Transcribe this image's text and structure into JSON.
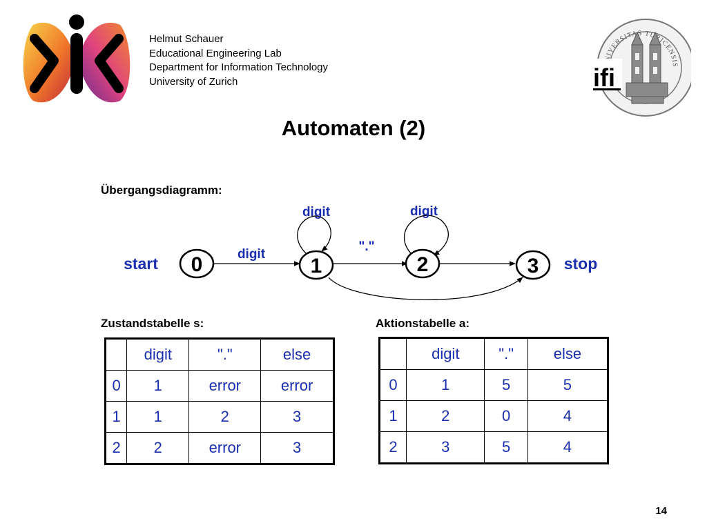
{
  "header": {
    "author_lines": [
      "Helmut Schauer",
      "Educational Engineering Lab",
      "Department for Information Technology",
      "University of Zurich"
    ],
    "left_logo": "ik-logo",
    "right_logo_text": "ifi",
    "right_seal": "university-of-zurich-seal",
    "seal_text": "UNIVERSITAS TURICENSIS"
  },
  "title": "Automaten (2)",
  "diagram": {
    "label": "Übergangsdiagramm:",
    "start_label": "start",
    "stop_label": "stop",
    "states": [
      "0",
      "1",
      "2",
      "3"
    ],
    "transitions": [
      {
        "from": "0",
        "to": "1",
        "label": "digit"
      },
      {
        "from": "1",
        "to": "1",
        "label": "digit"
      },
      {
        "from": "1",
        "to": "2",
        "label": "\".\""
      },
      {
        "from": "2",
        "to": "2",
        "label": "digit"
      },
      {
        "from": "2",
        "to": "3",
        "label": ""
      },
      {
        "from": "1",
        "to": "3",
        "label": ""
      }
    ],
    "label_color": "#1a2fb0"
  },
  "state_table": {
    "label": "Zustandstabelle s:",
    "headers": [
      "",
      "digit",
      "\".\"",
      "else"
    ],
    "rows": [
      [
        "0",
        "1",
        "error",
        "error"
      ],
      [
        "1",
        "1",
        "2",
        "3"
      ],
      [
        "2",
        "2",
        "error",
        "3"
      ]
    ]
  },
  "action_table": {
    "label": "Aktionstabelle a:",
    "headers": [
      "",
      "digit",
      "\".\"",
      "else"
    ],
    "rows": [
      [
        "0",
        "1",
        "5",
        "5"
      ],
      [
        "1",
        "2",
        "0",
        "4"
      ],
      [
        "2",
        "3",
        "5",
        "4"
      ]
    ]
  },
  "page_number": "14"
}
